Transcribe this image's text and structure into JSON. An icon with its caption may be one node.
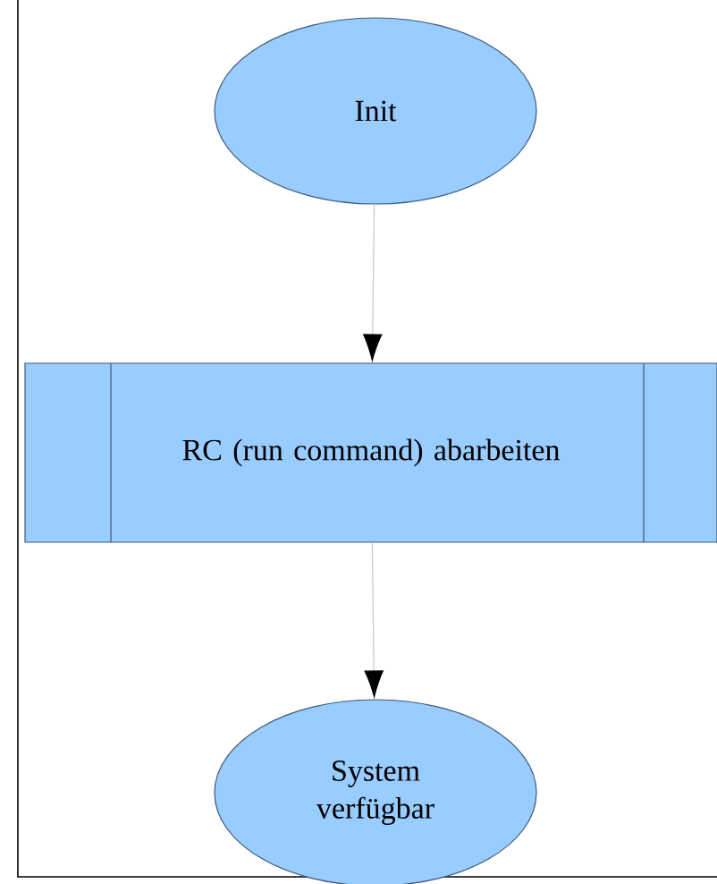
{
  "diagram": {
    "nodes": [
      {
        "text": [
          "Init"
        ]
      },
      {
        "text": [
          "RC (run command) abarbeiten"
        ]
      },
      {
        "text": [
          "System verfügbar"
        ]
      }
    ],
    "edges": [
      {
        "from": 0,
        "to": 1,
        "arrow": "to"
      },
      {
        "from": 1,
        "to": 2,
        "arrow": "to"
      }
    ]
  }
}
